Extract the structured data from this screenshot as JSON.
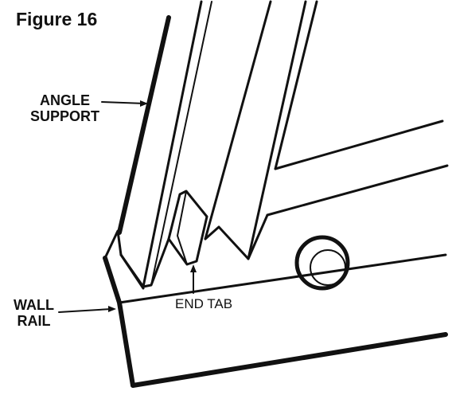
{
  "figure": {
    "title": "Figure 16",
    "labels": {
      "angle_support_line1": "ANGLE",
      "angle_support_line2": "SUPPORT",
      "wall_rail_line1": "WALL",
      "wall_rail_line2": "RAIL",
      "end_tab": "END TAB"
    },
    "colors": {
      "ink": "#111111",
      "paper": "#ffffff"
    }
  }
}
